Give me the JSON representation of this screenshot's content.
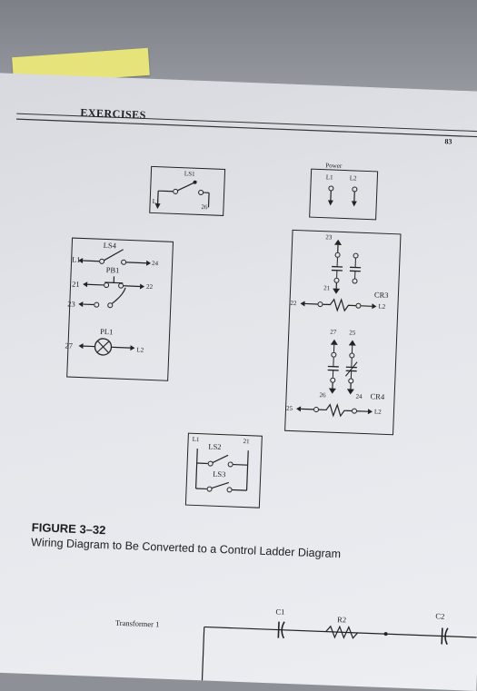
{
  "header": {
    "section": "EXERCISES",
    "page_number": "83"
  },
  "figure": {
    "number": "FIGURE 3–32",
    "caption": "Wiring Diagram to Be Converted to a Control Ladder Diagram"
  },
  "ls1_box": {
    "switch": "LS1",
    "left_terminal": "L1",
    "right_terminal": "26"
  },
  "left_panel": {
    "ls4": "LS4",
    "ls4_line": "L1",
    "ls4_wire": "24",
    "pb1": "PB1",
    "pb1_in": "21",
    "pb1_out": "22",
    "wire23": "23",
    "pl1": "PL1",
    "pl1_in": "27",
    "pl1_out": "L2"
  },
  "power_box": {
    "title": "Power",
    "l1": "L1",
    "l2": "L2"
  },
  "right_panel": {
    "top_wire": "23",
    "cr3_contact_out": "21",
    "cr3": "CR3",
    "cr3_in": "22",
    "cr3_out": "L2",
    "wire27": "27",
    "wire25": "25",
    "contact_out_left": "26",
    "contact_out_right": "24",
    "cr4": "CR4",
    "cr4_in": "25",
    "cr4_out": "L2"
  },
  "bottom_box": {
    "l1": "L1",
    "ls2": "LS2",
    "wire": "21",
    "ls3": "LS3"
  },
  "next_figure": {
    "transformer": "Transformer 1",
    "c1": "C1",
    "r2": "R2",
    "c2": "C2"
  }
}
